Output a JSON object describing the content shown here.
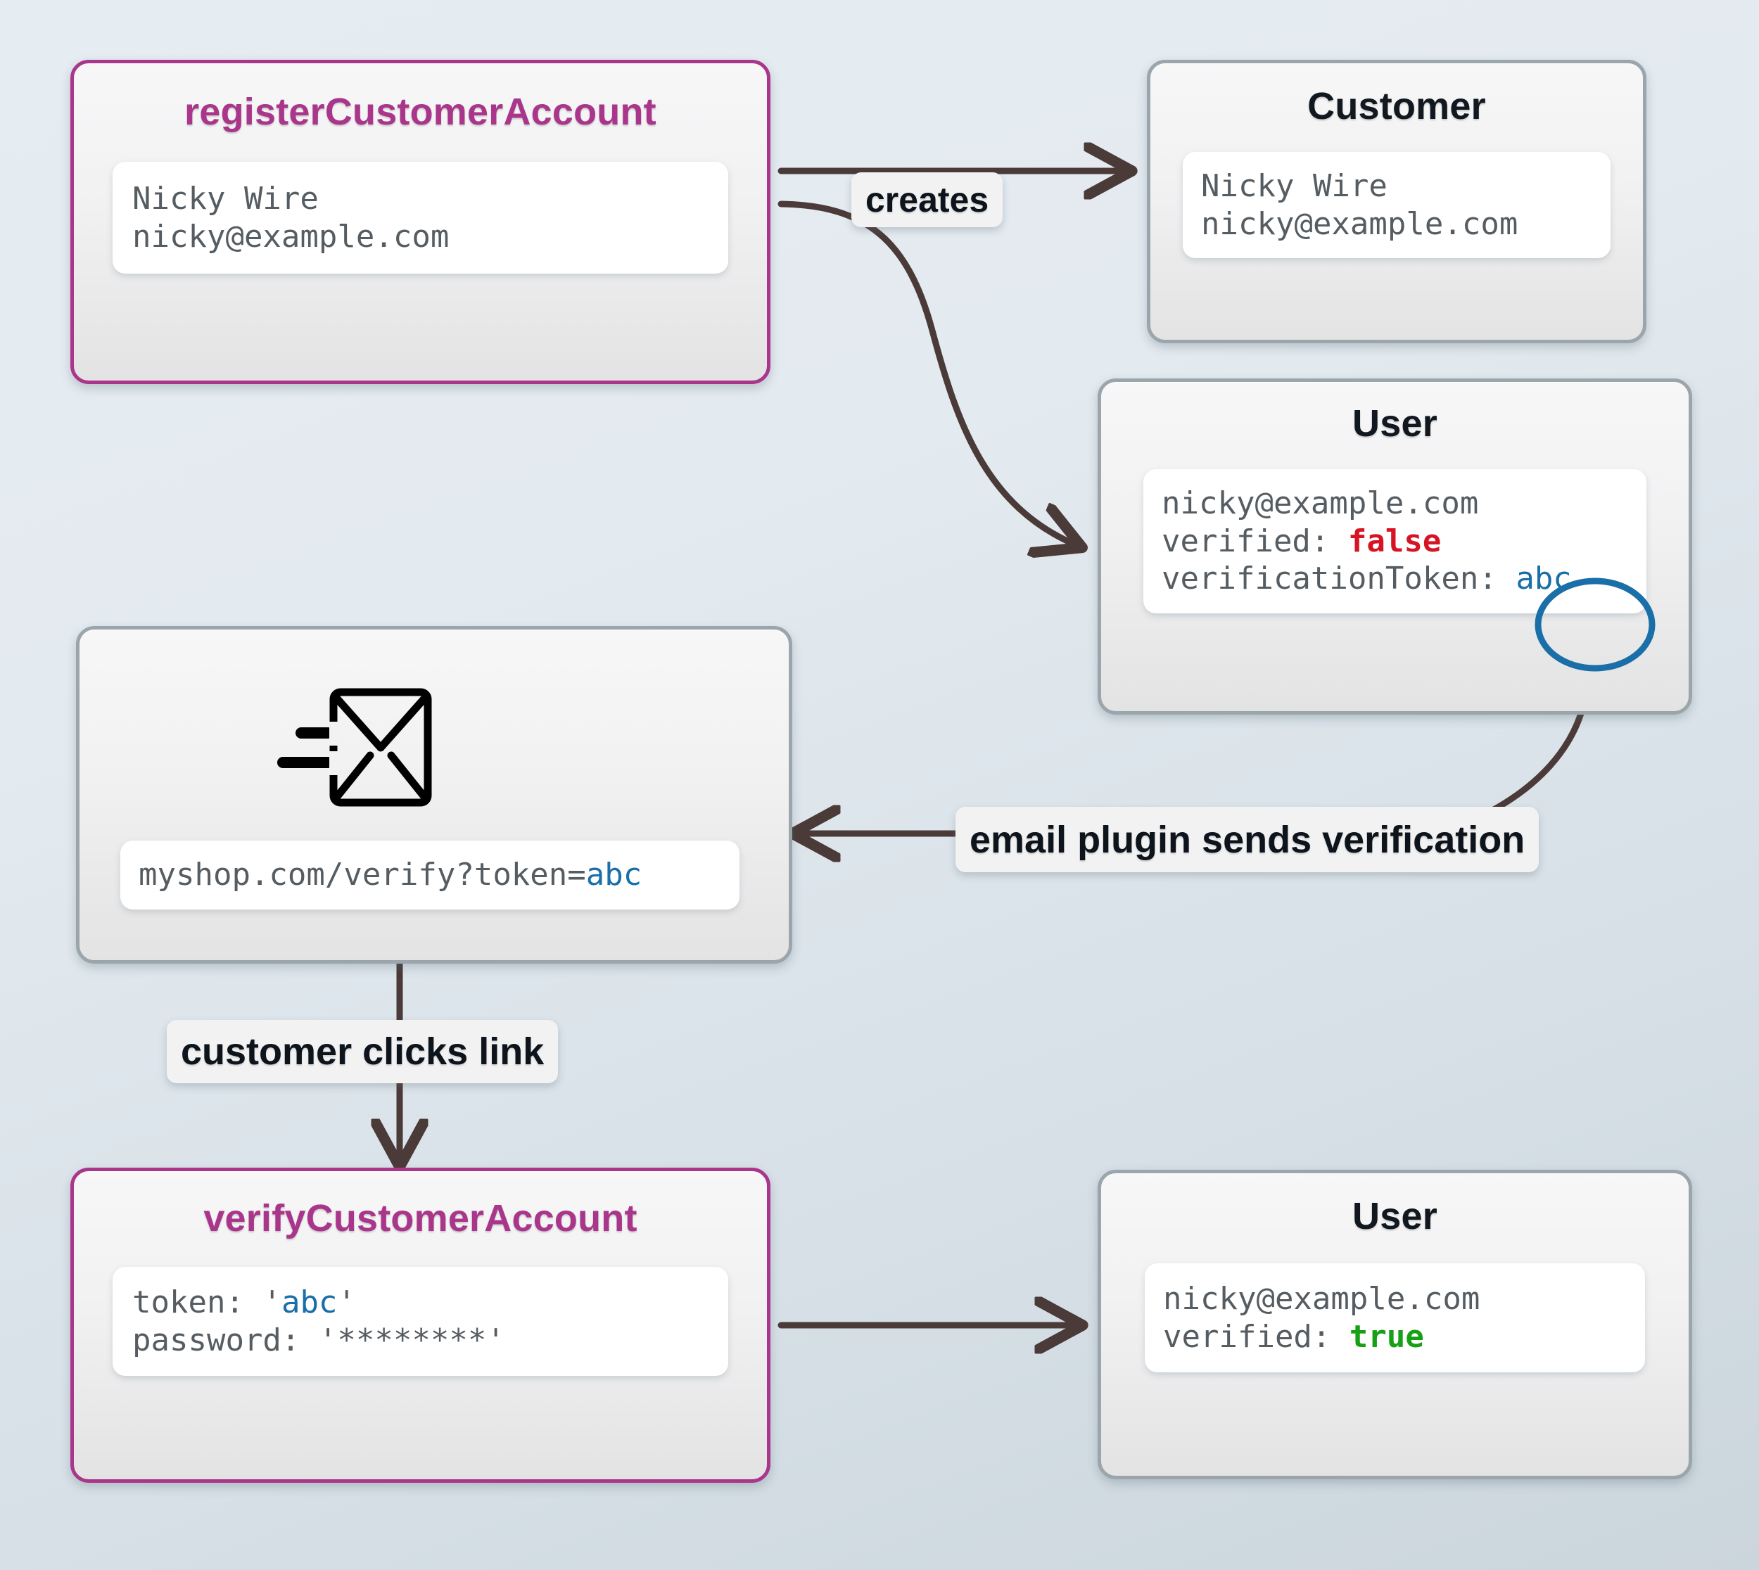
{
  "diagram": {
    "title": "Customer account registration and email verification flow",
    "background_top": "#e5ecf2",
    "background_bottom": "#cbd6dc",
    "accent_color": "#a9368b",
    "arrow_color": "#4a3a38",
    "token_highlight_color": "#1a6fa8",
    "false_color": "#d61423",
    "true_color": "#16a015"
  },
  "nodes": {
    "register": {
      "title": "registerCustomerAccount",
      "lines": [
        "Nicky Wire",
        "nicky@example.com"
      ]
    },
    "customer": {
      "title": "Customer",
      "lines": [
        "Nicky Wire",
        "nicky@example.com"
      ]
    },
    "user_unverified": {
      "title": "User",
      "email": "nicky@example.com",
      "verified_key": "verified:",
      "verified_value": "false",
      "token_key": "verificationToken:",
      "token_value": "abc"
    },
    "email": {
      "icon": "envelope-send-icon",
      "url_prefix": "myshop.com/verify?token=",
      "url_token": "abc"
    },
    "verify": {
      "title": "verifyCustomerAccount",
      "token_key": "token:",
      "token_value": "'abc'",
      "token_quote_open": "'",
      "token_quote_close": "'",
      "token_inner": "abc",
      "password_key": "password:",
      "password_value": "'********'"
    },
    "user_verified": {
      "title": "User",
      "email": "nicky@example.com",
      "verified_key": "verified:",
      "verified_value": "true"
    }
  },
  "edges": {
    "creates": "creates",
    "email_plugin": "email plugin sends verification",
    "clicks_link": "customer clicks link"
  }
}
